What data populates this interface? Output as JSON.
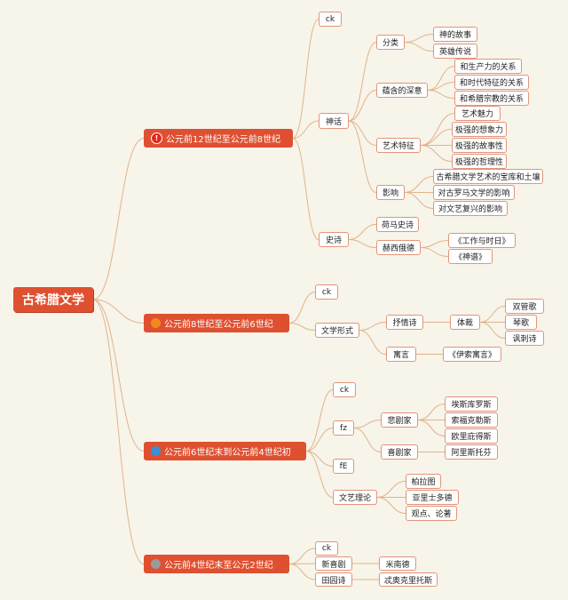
{
  "root": "古希腊文学",
  "branches": {
    "b1": "公元前12世纪至公元前8世纪",
    "b2": "公元前8世纪至公元前6世纪",
    "b3": "公元前6世纪末到公元前4世纪初",
    "b4": "公元前4世纪末至公元2世纪"
  },
  "icons": {
    "b1": "exclamation-icon",
    "b2": "orange-dot-icon",
    "b3": "blue-globe-icon",
    "b4": "gray-dot-icon"
  },
  "colors": {
    "branch": "#df5030",
    "leaf_border": "#e2957c",
    "line": "#e0b48a"
  },
  "nodes": {
    "b1_ck": "ck",
    "myth": "神话",
    "myth_class": "分类",
    "myth_class_1": "神的故事",
    "myth_class_2": "英雄传说",
    "myth_meaning": "蕴含的深意",
    "myth_meaning_1": "和生产力的关系",
    "myth_meaning_2": "和时代特征的关系",
    "myth_meaning_3": "和希腊宗教的关系",
    "myth_art": "艺术特征",
    "myth_art_0": "艺术魅力",
    "myth_art_1": "极强的想象力",
    "myth_art_2": "极强的故事性",
    "myth_art_3": "极强的哲理性",
    "myth_infl": "影响",
    "myth_infl_1": "古希腊文学艺术的宝库和土壤",
    "myth_infl_2": "对古罗马文学的影响",
    "myth_infl_3": "对文艺复兴的影响",
    "epic": "史诗",
    "homer": "荷马史诗",
    "hesiod": "赫西俄德",
    "hesiod_1": "《工作与时日》",
    "hesiod_2": "《神谱》",
    "b2_ck": "ck",
    "lit_form": "文学形式",
    "lyric": "抒情诗",
    "genre": "体裁",
    "genre_1": "双管歌",
    "genre_2": "琴歌",
    "genre_3": "讽刺诗",
    "fable": "寓言",
    "aesop": "《伊索寓言》",
    "b3_ck": "ck",
    "fz": "fz",
    "tragedian": "悲剧家",
    "trag_1": "埃斯库罗斯",
    "trag_2": "索福克勒斯",
    "trag_3": "欧里庇得斯",
    "comedian": "喜剧家",
    "comic_1": "阿里斯托芬",
    "fe": "fE",
    "theory": "文艺理论",
    "theory_1": "柏拉图",
    "theory_2": "亚里士多德",
    "theory_3": "观点、论著",
    "b4_ck": "ck",
    "new_comedy": "新喜剧",
    "menander": "米南德",
    "pastoral": "田园诗",
    "theocritus": "忒奥克里托斯"
  }
}
